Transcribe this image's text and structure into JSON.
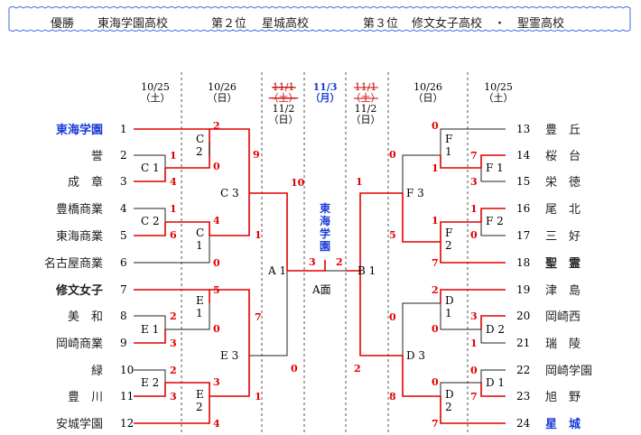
{
  "results": {
    "first_label": "優勝",
    "first_team": "東海学園高校",
    "second_label": "第２位",
    "second_team": "星城高校",
    "third_label": "第３位",
    "third_teams": "修文女子高校　・　聖霊高校"
  },
  "dates": {
    "left_r1": "10/25\n（土）",
    "left_r2": "10/26\n（日）",
    "left_r3_old": "11/1\n（土）",
    "left_r3_new": "11/2\n（日）",
    "final": "11/3\n（月）",
    "right_r3_old": "11/1\n（土）",
    "right_r3_new": "11/2\n（日）",
    "right_r2": "10/26\n（日）",
    "right_r1": "10/25\n（土）"
  },
  "left_teams": [
    {
      "seed": "1",
      "name": "東海学園",
      "style": "blue"
    },
    {
      "seed": "2",
      "name": "誉",
      "style": "normal"
    },
    {
      "seed": "3",
      "name": "成　章",
      "style": "normal"
    },
    {
      "seed": "4",
      "name": "豊橋商業",
      "style": "normal"
    },
    {
      "seed": "5",
      "name": "東海商業",
      "style": "normal"
    },
    {
      "seed": "6",
      "name": "名古屋商業",
      "style": "normal"
    },
    {
      "seed": "7",
      "name": "修文女子",
      "style": "bold"
    },
    {
      "seed": "8",
      "name": "美　和",
      "style": "normal"
    },
    {
      "seed": "9",
      "name": "岡崎商業",
      "style": "normal"
    },
    {
      "seed": "10",
      "name": "緑",
      "style": "normal"
    },
    {
      "seed": "11",
      "name": "豊　川",
      "style": "normal"
    },
    {
      "seed": "12",
      "name": "安城学園",
      "style": "normal"
    }
  ],
  "right_teams": [
    {
      "seed": "13",
      "name": "豊　丘",
      "style": "normal"
    },
    {
      "seed": "14",
      "name": "桜　台",
      "style": "normal"
    },
    {
      "seed": "15",
      "name": "栄　徳",
      "style": "normal"
    },
    {
      "seed": "16",
      "name": "尾　北",
      "style": "normal"
    },
    {
      "seed": "17",
      "name": "三　好",
      "style": "normal"
    },
    {
      "seed": "18",
      "name": "聖　霊",
      "style": "bold"
    },
    {
      "seed": "19",
      "name": "津　島",
      "style": "normal"
    },
    {
      "seed": "20",
      "name": "岡崎西",
      "style": "normal"
    },
    {
      "seed": "21",
      "name": "瑞　陵",
      "style": "normal"
    },
    {
      "seed": "22",
      "name": "岡崎学園",
      "style": "normal"
    },
    {
      "seed": "23",
      "name": "旭　野",
      "style": "normal"
    },
    {
      "seed": "24",
      "name": "星　城",
      "style": "blue"
    }
  ],
  "match_labels": {
    "C1": "C 1",
    "C2": "C 2",
    "C_2": "C\n2",
    "C_1": "C\n1",
    "C3": "C 3",
    "E_1": "E\n1",
    "E1": "E 1",
    "E2": "E 2",
    "E_2": "E\n2",
    "E3": "E 3",
    "A1": "A 1",
    "final_court": "A面",
    "B1": "B 1",
    "F_1": "F\n1",
    "F1": "F 1",
    "F2": "F 2",
    "F_2": "F\n2",
    "F3": "F 3",
    "D_1": "D\n1",
    "D2": "D 2",
    "D1": "D 1",
    "D_2": "D\n2",
    "D3": "D 3"
  },
  "final_title": "東\n海\n学\n園",
  "scores": {
    "c_top_1": "2",
    "c_top_2": "0",
    "c1_2": "1",
    "c1_3": "4",
    "c2_4": "1",
    "c2_5": "6",
    "c_bot_w": "4",
    "c_bot_6": "0",
    "c3_top": "9",
    "c3_bot": "1",
    "e_top_7": "5",
    "e_top_w": "0",
    "e1_8": "2",
    "e1_9": "3",
    "e2_10": "2",
    "e2_11": "3",
    "e_bot_w": "3",
    "e_bot_12": "4",
    "e3_top": "7",
    "e3_bot": "1",
    "a1_top": "10",
    "a1_bot": "0",
    "final_left": "3",
    "final_right": "2",
    "b1_top": "1",
    "b1_bot": "2",
    "f3_top": "0",
    "f3_bot": "5",
    "f_top_13": "0",
    "f_top_w": "1",
    "f1_14": "7",
    "f1_15": "3",
    "f2_16": "1",
    "f2_17": "0",
    "f_bot_w": "1",
    "f_bot_18": "7",
    "d3_top": "0",
    "d3_bot": "8",
    "d_top_19": "2",
    "d_top_w": "0",
    "d2_20": "3",
    "d2_21": "1",
    "d1_22": "0",
    "d1_23": "7",
    "d_bot_w": "0",
    "d_bot_24": "7"
  },
  "colors": {
    "winner_line": "#e00000",
    "loser_line": "#222222",
    "score": "#e00000",
    "champion": "#1a3cd8",
    "banner_border": "#3a6fd8",
    "divider": "#555555"
  }
}
